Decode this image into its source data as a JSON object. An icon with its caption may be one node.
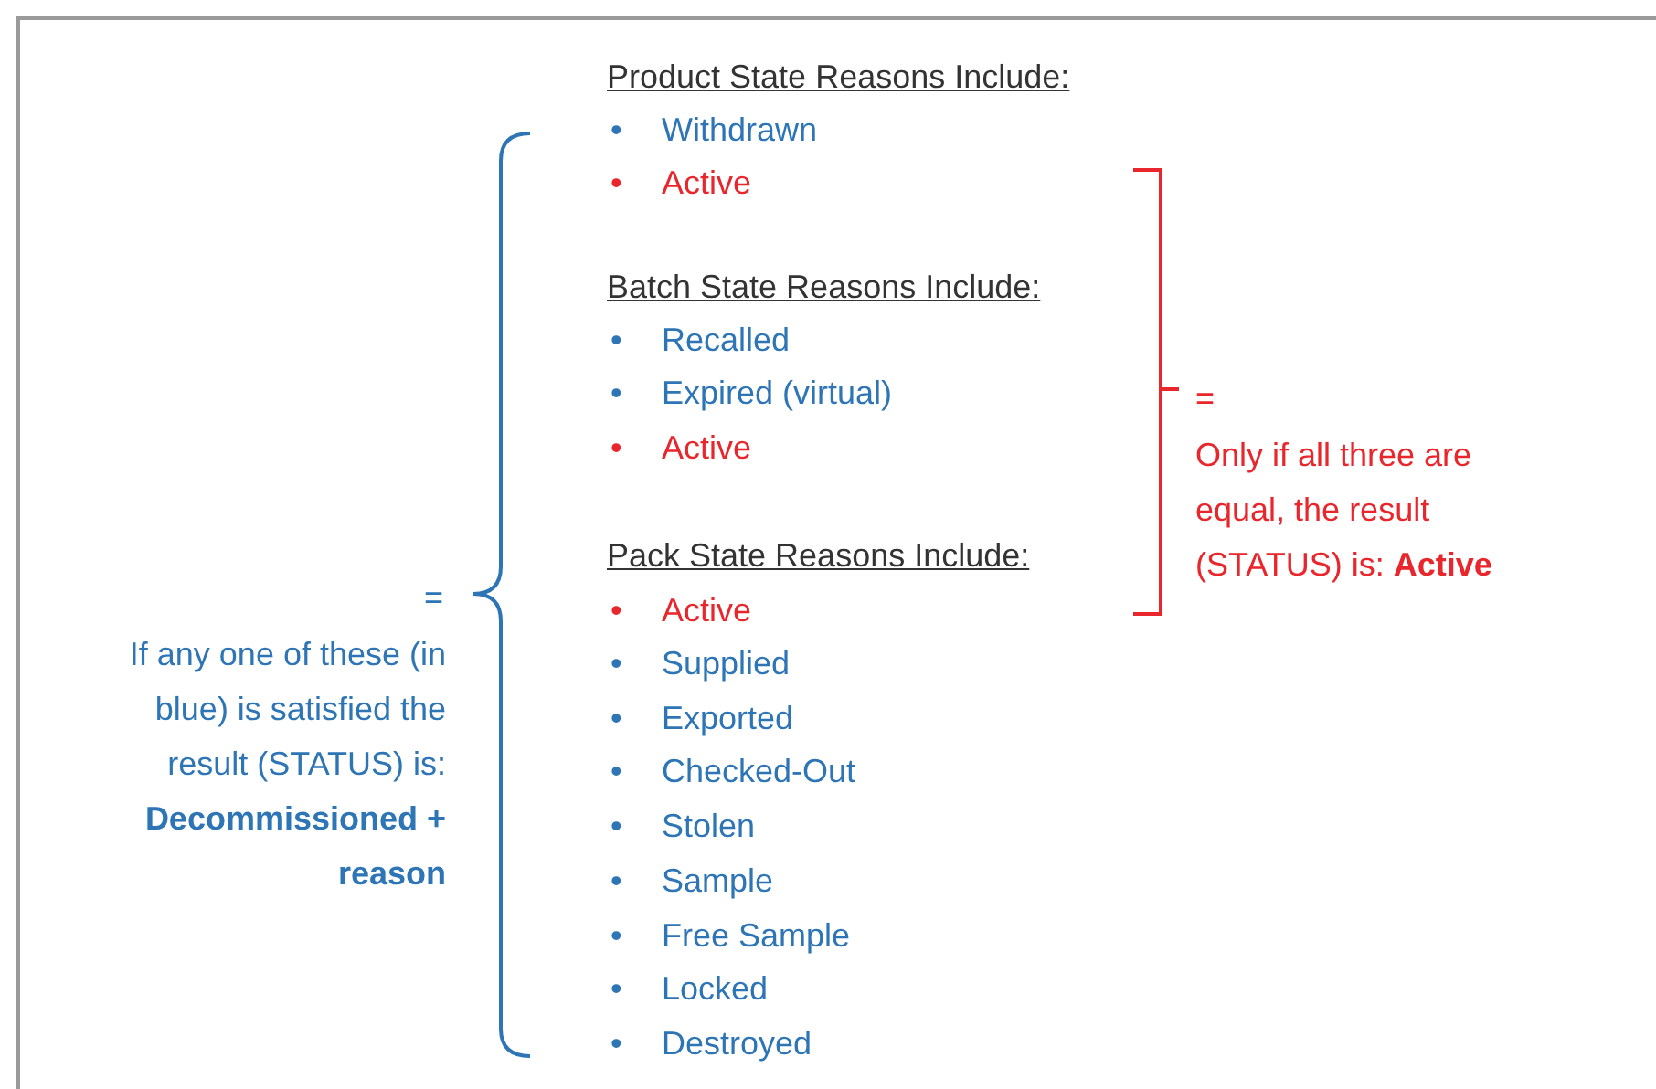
{
  "diagram": {
    "labels": [
      "Product State Reasons Include:",
      "•",
      "Withdrawn",
      "•",
      "Active",
      "Batch State Reasons Include:",
      "•",
      "Recalled",
      "•",
      "Expired (virtual)",
      "•",
      "Active",
      "=",
      "Only if all three are equal, the result (STATUS) is: **Active**",
      "Pack State Reasons Include:",
      "=",
      "•",
      "Active",
      "If any one of these (in blue) is satisfied the result (STATUS) is: **Decommissioned + reason**",
      "•",
      "Supplied",
      "•",
      "Exported",
      "•",
      "Checked-Out",
      "•",
      "Stolen",
      "•",
      "Sample",
      "•",
      "Free Sample",
      "•",
      "Locked",
      "•",
      "Destroyed"
    ]
  }
}
